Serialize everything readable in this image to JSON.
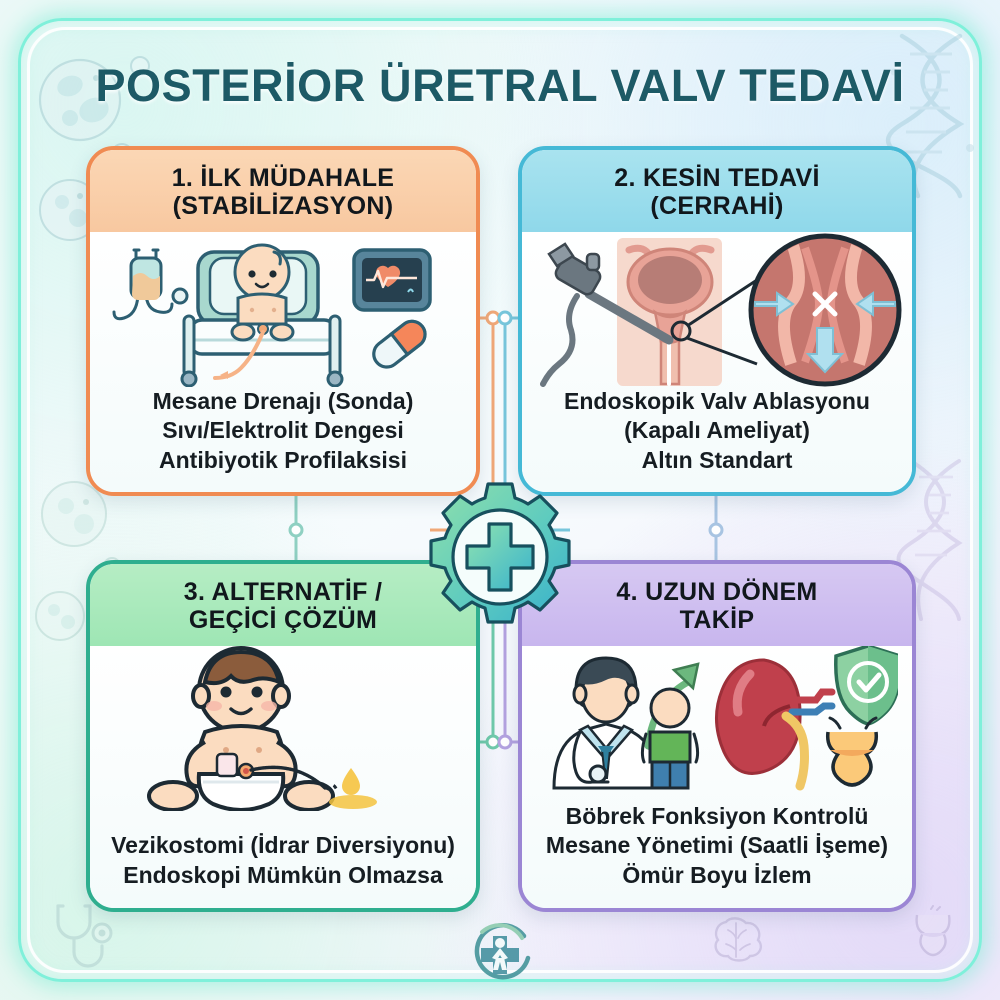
{
  "title": "POSTERİOR ÜRETRAL VALV TEDAVİ",
  "theme": {
    "title_color": "#1d5a66",
    "card1_accent": "#f08b52",
    "card2_accent": "#45b9d6",
    "card3_accent": "#2fae8f",
    "card4_accent": "#9b86d4",
    "hub_gradient_start": "#7fd9a6",
    "hub_gradient_end": "#3fb7c9"
  },
  "cards": [
    {
      "id": "ilk-mudahale",
      "heading_line1": "1. İLK MÜDAHALE",
      "heading_line2": "(STABİLİZASYON)",
      "lines": [
        "Mesane Drenajı (Sonda)",
        "Sıvı/Elektrolit Dengesi",
        "Antibiyotik Profilaksisi"
      ],
      "illustration": "baby-in-hospital-bed-with-iv-monitor-and-pill"
    },
    {
      "id": "kesin-tedavi",
      "heading_line1": "2. KESİN TEDAVİ",
      "heading_line2": "(CERRAHİ)",
      "lines": [
        "Endoskopik Valv Ablasyonu",
        "(Kapalı Ameliyat)",
        "Altın Standart"
      ],
      "illustration": "endoscope-bladder-urethra-with-magnified-valve"
    },
    {
      "id": "alternatif-cozum",
      "heading_line1": "3. ALTERNATİF /",
      "heading_line2": "GEÇİCİ ÇÖZÜM",
      "lines": [
        "Vezikostomi (İdrar Diversiyonu)",
        "Endoskopi Mümkün Olmazsa"
      ],
      "illustration": "baby-with-vesicostomy-stoma-and-urine-drop"
    },
    {
      "id": "uzun-donem-takip",
      "heading_line1": "4. UZUN DÖNEM",
      "heading_line2": "TAKİP",
      "lines": [
        "Böbrek Fonksiyon Kontrolü",
        "Mesane Yönetimi (Saatli İşeme)",
        "Ömür Boyu İzlem"
      ],
      "illustration": "doctor-with-child-kidney-shield-bladder"
    }
  ],
  "decorations": {
    "center_hub": "gear-with-medical-cross-icon",
    "top_left": "cell-cluster-icon",
    "top_right": "dna-helix-icon",
    "bottom_left": "stethoscope-icon",
    "bottom_right_brain": "brain-icon",
    "bottom_right_bladder": "bladder-icon",
    "footer_logo": "medical-cross-person-logo"
  }
}
